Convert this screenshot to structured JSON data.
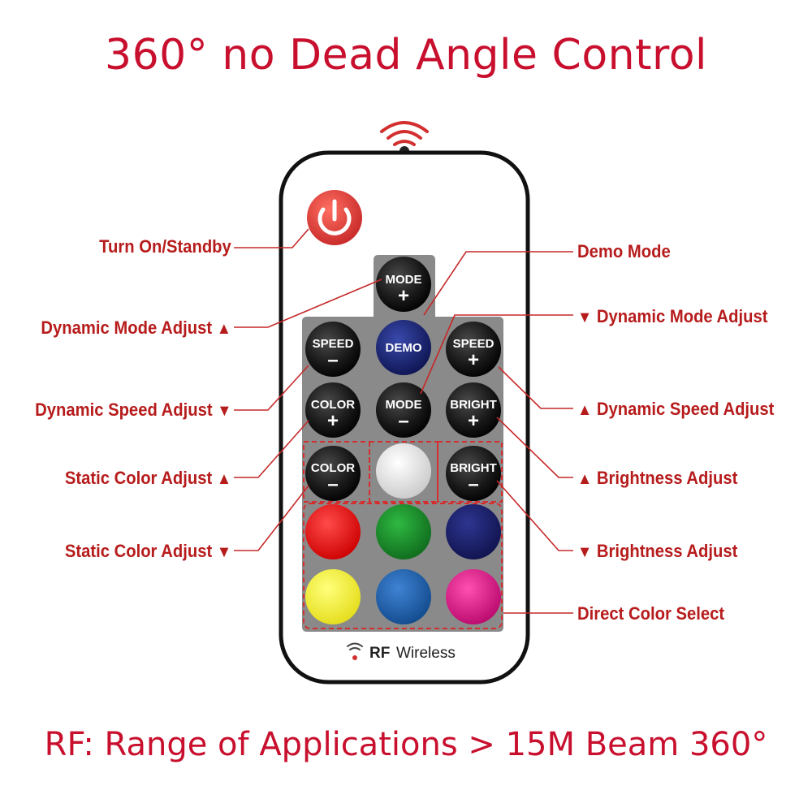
{
  "title": "360° no Dead Angle Control",
  "footer": "RF: Range of Applications > 15M Beam 360°",
  "brand": {
    "rf": "RF",
    "wireless": "Wireless"
  },
  "labels": {
    "power": "Turn On/Standby",
    "dyn_mode_up": "Dynamic Mode Adjust",
    "dyn_speed_down": "Dynamic Speed Adjust",
    "static_up": "Static Color Adjust",
    "static_down": "Static Color Adjust",
    "demo": "Demo Mode",
    "dyn_mode_down": "Dynamic Mode Adjust",
    "dyn_speed_up": "Dynamic Speed Adjust",
    "bright_up": "Brightness Adjust",
    "bright_down": "Brightness Adjust",
    "direct": "Direct Color Select"
  },
  "triangles": {
    "up": "▲",
    "down": "▼"
  },
  "buttons": {
    "mode_plus": {
      "line1": "MODE",
      "line2": "+"
    },
    "mode_minus": {
      "line1": "MODE",
      "line2": "–"
    },
    "speed_minus": {
      "line1": "SPEED",
      "line2": "–"
    },
    "speed_plus": {
      "line1": "SPEED",
      "line2": "+"
    },
    "demo": {
      "line1": "DEMO"
    },
    "color_plus": {
      "line1": "COLOR",
      "line2": "+"
    },
    "color_minus": {
      "line1": "COLOR",
      "line2": "–"
    },
    "bright_plus": {
      "line1": "BRIGHT",
      "line2": "+"
    },
    "bright_minus": {
      "line1": "BRIGHT",
      "line2": "–"
    }
  },
  "colors": {
    "accent": "#c8102e",
    "power": "#e53935",
    "demo": "#1a237e",
    "white": "#e8e8e8",
    "red": "#e51c1c",
    "green": "#1b8a2b",
    "navy": "#1a1f6e",
    "yellow": "#f8f23a",
    "blue": "#1f5fa8",
    "magenta": "#e01e8c"
  }
}
